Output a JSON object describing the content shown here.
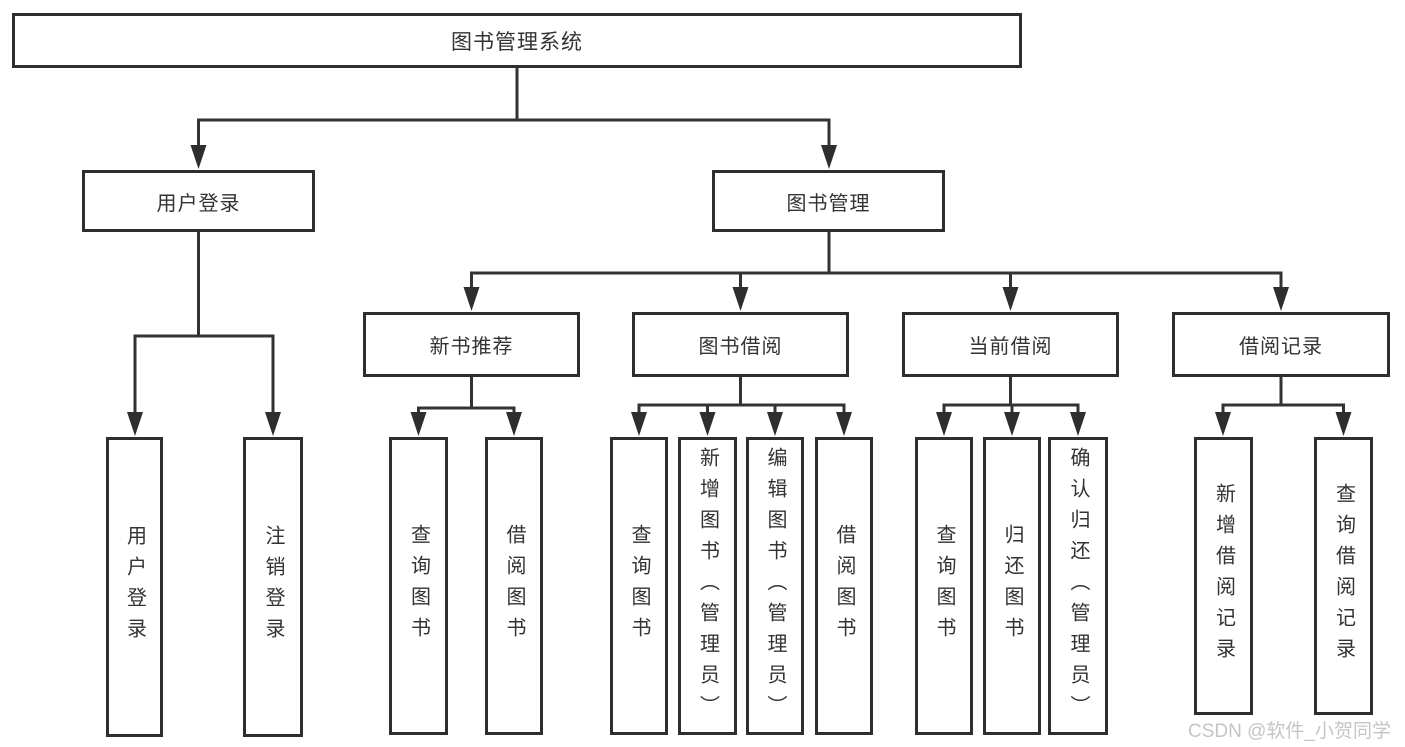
{
  "tree": {
    "label": "图书管理系统",
    "children": [
      {
        "label": "用户登录",
        "children": [
          {
            "label": "用户登录"
          },
          {
            "label": "注销登录"
          }
        ]
      },
      {
        "label": "图书管理",
        "children": [
          {
            "label": "新书推荐",
            "children": [
              {
                "label": "查询图书"
              },
              {
                "label": "借阅图书"
              }
            ]
          },
          {
            "label": "图书借阅",
            "children": [
              {
                "label": "查询图书"
              },
              {
                "label": "新增图书（管理员）"
              },
              {
                "label": "编辑图书（管理员）"
              },
              {
                "label": "借阅图书"
              }
            ]
          },
          {
            "label": "当前借阅",
            "children": [
              {
                "label": "查询图书"
              },
              {
                "label": "归还图书"
              },
              {
                "label": "确认归还（管理员）"
              }
            ]
          },
          {
            "label": "借阅记录",
            "children": [
              {
                "label": "新增借阅记录"
              },
              {
                "label": "查询借阅记录"
              }
            ]
          }
        ]
      }
    ]
  },
  "watermark": "CSDN @软件_小贺同学",
  "colors": {
    "line": "#333333",
    "box_border": "#2e2e2e",
    "text": "#333333",
    "watermark": "#c5c5c5",
    "background": "#ffffff"
  }
}
